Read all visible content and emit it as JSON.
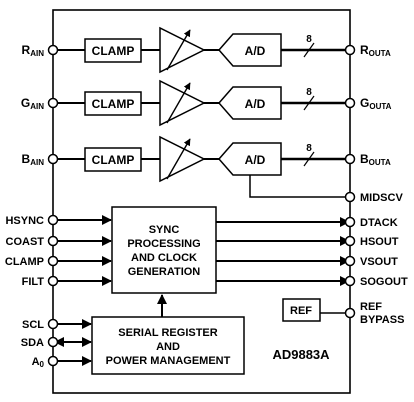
{
  "chip_name": "AD9883A",
  "left_pins": {
    "r_ain": {
      "main": "R",
      "sub": "AIN"
    },
    "g_ain": {
      "main": "G",
      "sub": "AIN"
    },
    "b_ain": {
      "main": "B",
      "sub": "AIN"
    },
    "hsync": "HSYNC",
    "coast": "COAST",
    "clamp": "CLAMP",
    "filt": "FILT",
    "scl": "SCL",
    "sda": "SDA",
    "a0": {
      "main": "A",
      "sub": "0"
    }
  },
  "right_pins": {
    "r_outa": {
      "main": "R",
      "sub": "OUTA"
    },
    "g_outa": {
      "main": "G",
      "sub": "OUTA"
    },
    "b_outa": {
      "main": "B",
      "sub": "OUTA"
    },
    "midscv": "MIDSCV",
    "dtack": "DTACK",
    "hsout": "HSOUT",
    "vsout": "VSOUT",
    "sogout": "SOGOUT",
    "ref_bypass": [
      "REF",
      "BYPASS"
    ]
  },
  "blocks": {
    "clamp_r": "CLAMP",
    "clamp_g": "CLAMP",
    "clamp_b": "CLAMP",
    "ad_r": "A/D",
    "ad_g": "A/D",
    "ad_b": "A/D",
    "sync": [
      "SYNC",
      "PROCESSING",
      "AND CLOCK",
      "GENERATION"
    ],
    "serial": [
      "SERIAL REGISTER",
      "AND",
      "POWER MANAGEMENT"
    ],
    "ref": "REF"
  },
  "bus_width_labels": [
    "8",
    "8",
    "8"
  ]
}
